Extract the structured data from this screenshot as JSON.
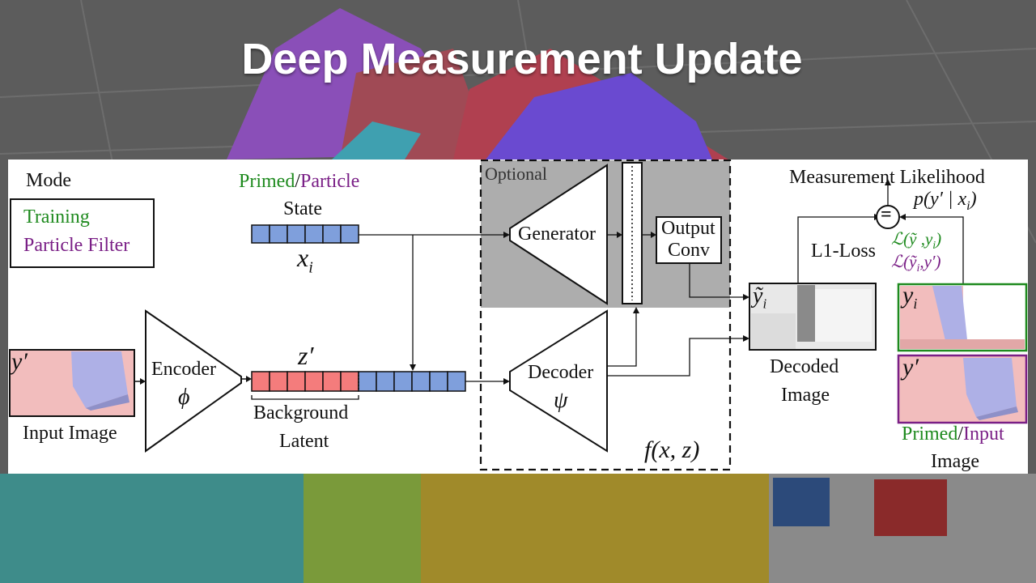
{
  "slide": {
    "title": "Deep Measurement Update"
  },
  "diagram": {
    "mode_label": "Mode",
    "legend": {
      "training": "Training",
      "particle_filter": "Particle Filter"
    },
    "state_heading": {
      "primed": "Primed",
      "slash": "/",
      "particle": "Particle",
      "state": "State"
    },
    "state_var": "x",
    "state_var_sub": "i",
    "optional_label": "Optional",
    "generator_label": "Generator",
    "output_conv_line1": "Output",
    "output_conv_line2": "Conv",
    "measurement_likelihood": "Measurement Likelihood",
    "likelihood_formula": "p(y′ | x",
    "likelihood_formula_sub": "i",
    "likelihood_formula_end": ")",
    "equals_symbol": "=",
    "l1_loss": "L1-Loss",
    "loss_train": "ℒ(ỹ ,y",
    "loss_train_sub": "i",
    "loss_train_end": ")",
    "loss_pf": "ℒ(ỹ",
    "loss_pf_sub": "i",
    "loss_pf_end": ",y′)",
    "y_tilde_label": "ỹ",
    "y_tilde_sub": "i",
    "decoded_image_line1": "Decoded",
    "decoded_image_line2": "Image",
    "y_i_label": "y",
    "y_i_sub": "i",
    "y_prime_right_label": "y′",
    "primed_input": {
      "primed": "Primed",
      "slash": "/",
      "input": "Input",
      "image": "Image"
    },
    "input_y_prime": "y′",
    "input_image_label": "Input Image",
    "encoder_label": "Encoder",
    "encoder_symbol": "ϕ",
    "latent_var": "z′",
    "background_latent_line1": "Background",
    "background_latent_line2": "Latent",
    "decoder_label": "Decoder",
    "decoder_symbol": "ψ",
    "function_label": "f(x, z)",
    "colors": {
      "state_cell": "#7f9fdc",
      "background_cell": "#f47c7c",
      "optional_region": "#adadad",
      "training": "#1e8a1e",
      "particle_filter": "#7a1f86"
    }
  }
}
